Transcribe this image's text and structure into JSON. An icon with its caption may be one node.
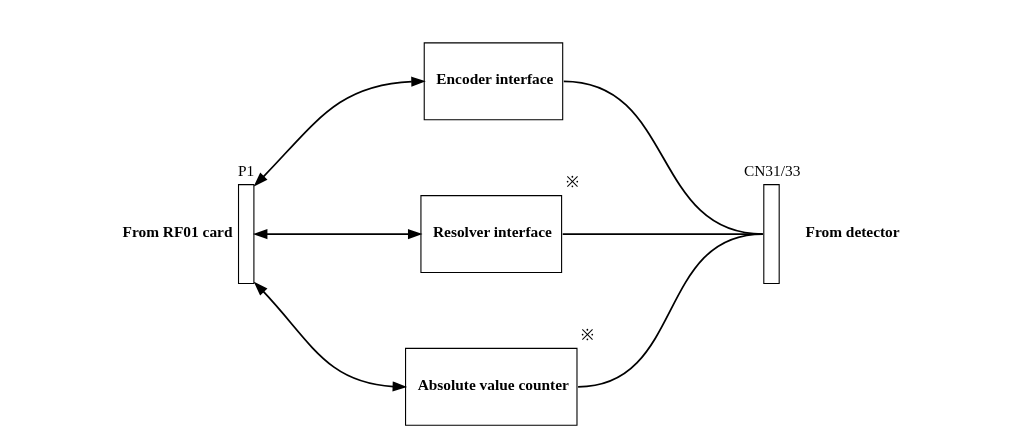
{
  "diagram": {
    "nodes": [
      {
        "text": [
          "P1"
        ],
        "beside": [
          "From RF01 card"
        ]
      },
      {
        "text": [
          "Encoder interface"
        ]
      },
      {
        "text": [
          "Resolver interface"
        ],
        "beside": [
          "※"
        ]
      },
      {
        "text": [
          "Absolute value counter"
        ],
        "beside": [
          "※"
        ]
      },
      {
        "text": [
          "CN31/33"
        ],
        "beside": [
          "From detector"
        ]
      }
    ],
    "edges": [
      {
        "from": 0,
        "to": 1,
        "arrow": "both"
      },
      {
        "from": 0,
        "to": 2,
        "arrow": "both"
      },
      {
        "from": 0,
        "to": 3,
        "arrow": "both"
      },
      {
        "from": 4,
        "to": 1,
        "arrow": "none"
      },
      {
        "from": 4,
        "to": 2,
        "arrow": "none"
      },
      {
        "from": 4,
        "to": 3,
        "arrow": "none"
      }
    ]
  }
}
